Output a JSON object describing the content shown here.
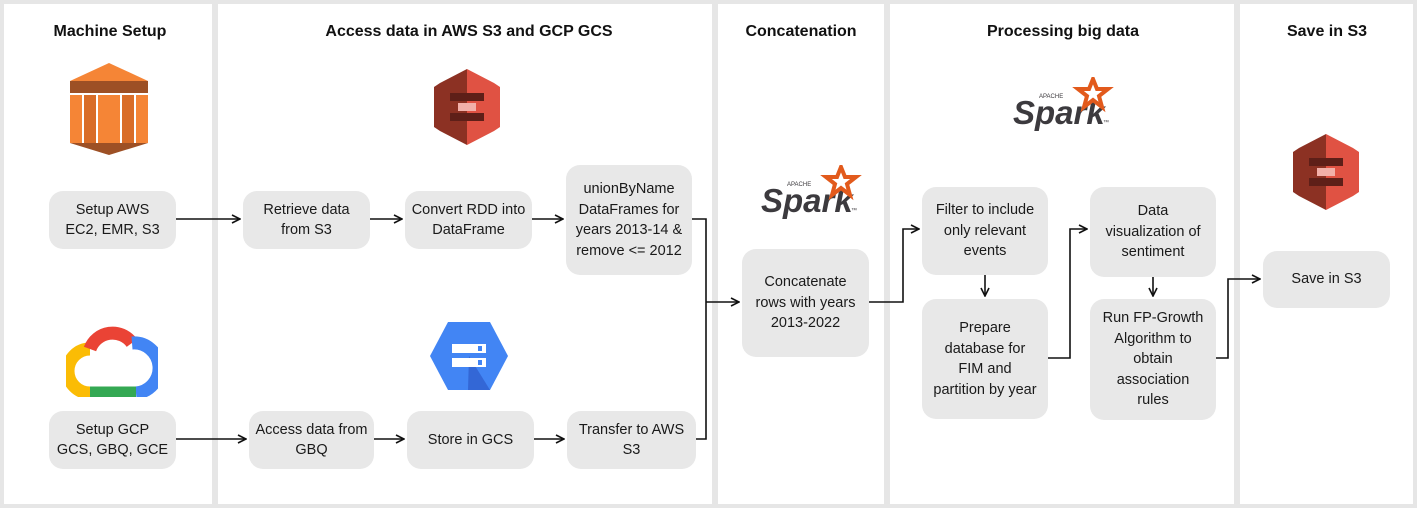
{
  "columns": {
    "machine_setup": "Machine Setup",
    "access_data": "Access data in AWS S3 and GCP GCS",
    "concatenation": "Concatenation",
    "processing": "Processing big data",
    "save": "Save in S3"
  },
  "boxes": {
    "setup_aws": "Setup AWS\nEC2, EMR, S3",
    "setup_gcp": "Setup GCP\nGCS, GBQ, GCE",
    "retrieve_s3": "Retrieve data\nfrom S3",
    "convert_rdd": "Convert RDD into\nDataFrame",
    "union_by_name": "unionByName\nDataFrames for\nyears 2013-14 &\nremove <= 2012",
    "access_gbq": "Access data from\nGBQ",
    "store_gcs": "Store in GCS",
    "transfer_s3": "Transfer to AWS\nS3",
    "concatenate": "Concatenate\nrows with years\n2013-2022",
    "filter_events": "Filter to include\nonly relevant\nevents",
    "prepare_db": "Prepare\ndatabase for\nFIM and\npartition by year",
    "data_viz": "Data\nvisualization of\nsentiment",
    "fp_growth": "Run FP-Growth\nAlgorithm to\nobtain\nassociation\nrules",
    "save_s3": "Save in S3"
  },
  "logos": {
    "spark_word": "Spark",
    "apache_word": "APACHE",
    "tm": "™"
  },
  "colors": {
    "aws_orange": "#f58536",
    "aws_orange_dark": "#9d5025",
    "s3_red": "#e05243",
    "s3_red_dark": "#8c3123",
    "gcs_blue": "#4285f4",
    "spark_orange": "#e25a1c",
    "box_gray": "#e8e8e8",
    "panel_border": "#e6e6e6"
  },
  "icons": [
    "aws-ec2-icon",
    "aws-s3-icon",
    "google-cloud-icon",
    "gcs-icon",
    "apache-spark-logo"
  ]
}
